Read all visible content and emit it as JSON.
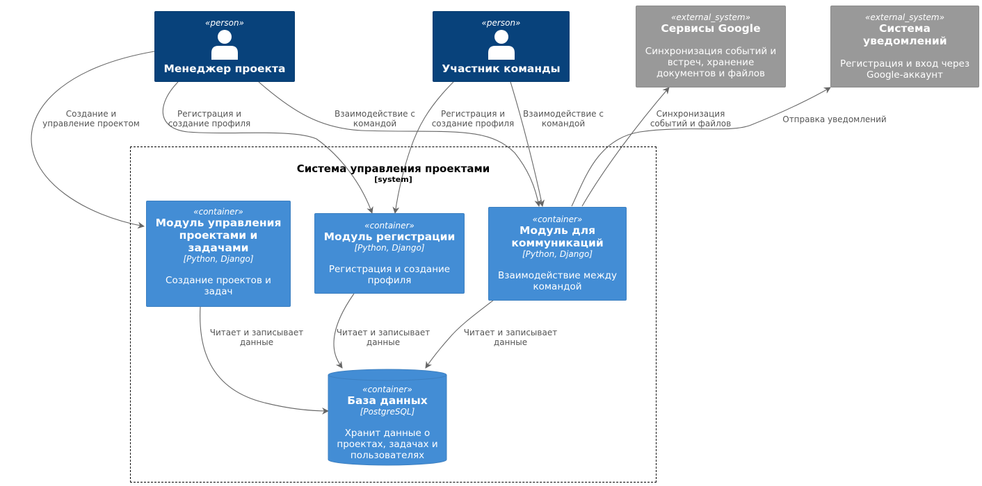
{
  "diagram": {
    "actors": [
      {
        "stereotype": "«person»",
        "name": "Менеджер проекта"
      },
      {
        "stereotype": "«person»",
        "name": "Участник команды"
      }
    ],
    "external_systems": [
      {
        "stereotype": "«external_system»",
        "name": "Сервисы Google",
        "description": "Синхронизация событий и встреч, хранение документов и файлов"
      },
      {
        "stereotype": "«external_system»",
        "name": "Система уведомлений",
        "description": "Регистрация и вход через Google-аккаунт"
      }
    ],
    "boundary": {
      "title": "Система управления проектами",
      "type": "[system]"
    },
    "containers": [
      {
        "stereotype": "«container»",
        "name": "Модуль управления проектами и задачами",
        "tech": "[Python, Django]",
        "description": "Создание проектов и задач"
      },
      {
        "stereotype": "«container»",
        "name": "Модуль регистрации",
        "tech": "[Python, Django]",
        "description": "Регистрация и создание профиля"
      },
      {
        "stereotype": "«container»",
        "name": "Модуль для коммуникаций",
        "tech": "[Python, Django]",
        "description": "Взаимодействие между командой"
      }
    ],
    "database": {
      "stereotype": "«container»",
      "name": "База данных",
      "tech": "[PostgreSQL]",
      "description": "Хранит данные о проектах, задачах и пользователях"
    },
    "relations": [
      {
        "label": "Создание и управление проектом"
      },
      {
        "label": "Регистрация и создание профиля"
      },
      {
        "label": "Взаимодействие с командой"
      },
      {
        "label": "Регистрация и создание профиля"
      },
      {
        "label": "Взаимодействие с командой"
      },
      {
        "label": "Синхронизация событий и файлов"
      },
      {
        "label": "Отправка уведомлений"
      },
      {
        "label": "Читает и записывает данные"
      },
      {
        "label": "Читает и записывает данные"
      },
      {
        "label": "Читает и записывает данные"
      }
    ]
  }
}
